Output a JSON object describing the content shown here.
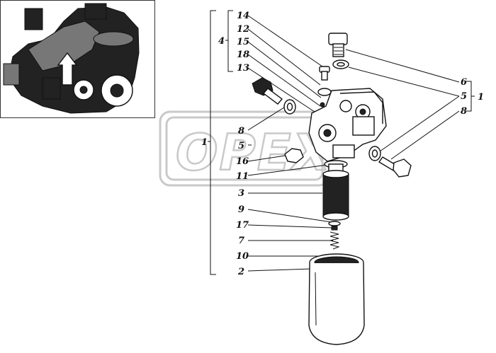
{
  "callouts": {
    "c14": "14",
    "c12": "12",
    "c15": "15",
    "c18": "18",
    "c13": "13",
    "g4": "4",
    "g1_left": "1",
    "c8a": "8",
    "c5a": "5",
    "c16": "16",
    "c11": "11",
    "c3": "3",
    "c9": "9",
    "c17": "17",
    "c7": "7",
    "c10": "10",
    "c2": "2",
    "r6": "6",
    "r5": "5",
    "r8": "8",
    "g1_right": "1"
  },
  "watermark": {
    "text": "OPEX"
  },
  "colors": {
    "ink": "#111111",
    "watermark": "#c9c9c9",
    "background": "#ffffff"
  }
}
